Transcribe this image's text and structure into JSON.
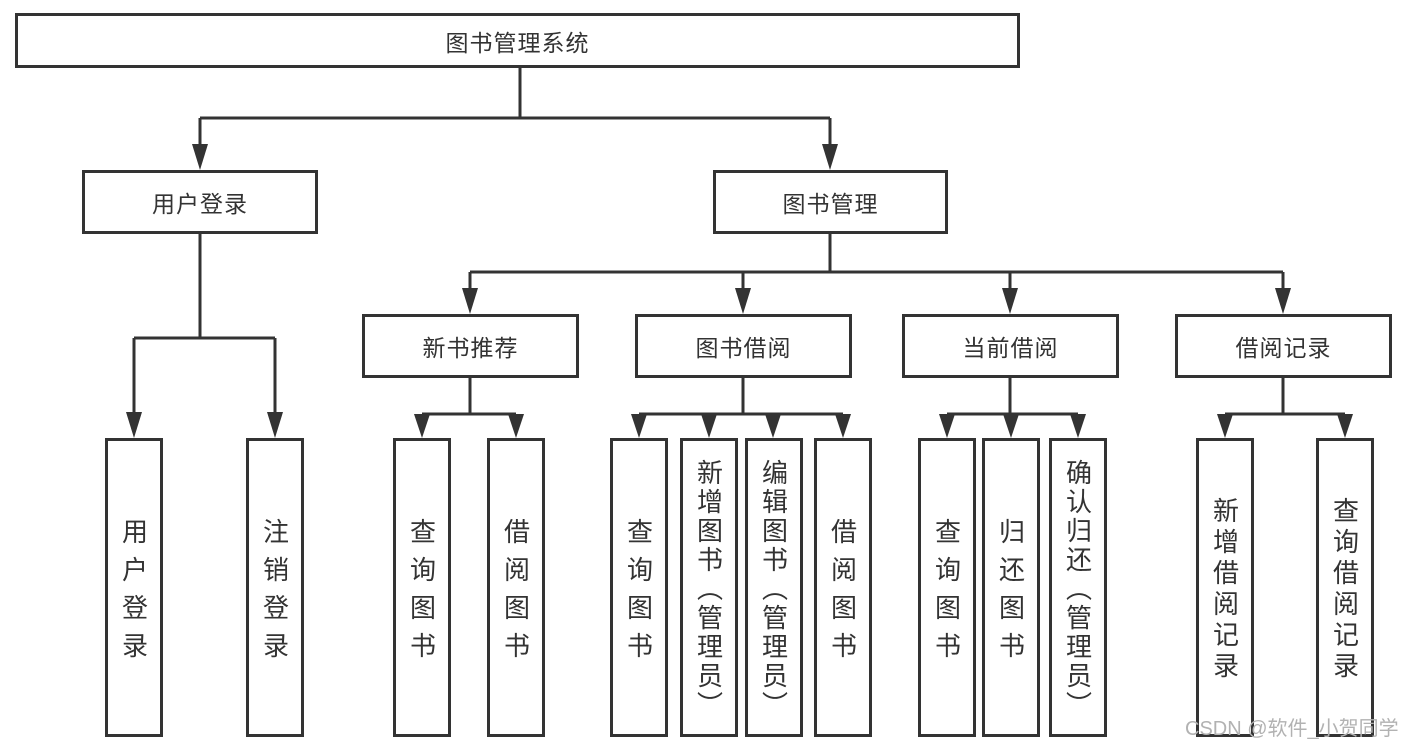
{
  "root": {
    "label": "图书管理系统"
  },
  "level2": [
    {
      "label": "用户登录"
    },
    {
      "label": "图书管理"
    }
  ],
  "level3": [
    {
      "label": "新书推荐"
    },
    {
      "label": "图书借阅"
    },
    {
      "label": "当前借阅"
    },
    {
      "label": "借阅记录"
    }
  ],
  "leaves": [
    {
      "label": "用户登录"
    },
    {
      "label": "注销登录"
    },
    {
      "label": "查询图书"
    },
    {
      "label": "借阅图书"
    },
    {
      "label": "查询图书"
    },
    {
      "label": "新增图书（管理员）"
    },
    {
      "label": "编辑图书（管理员）"
    },
    {
      "label": "借阅图书"
    },
    {
      "label": "查询图书"
    },
    {
      "label": "归还图书"
    },
    {
      "label": "确认归还（管理员）"
    },
    {
      "label": "新增借阅记录"
    },
    {
      "label": "查询借阅记录"
    }
  ],
  "watermark": "CSDN @软件_小贺同学",
  "colors": {
    "line": "#333333",
    "text": "#333333",
    "node_background": "#ffffff",
    "page_background": "#ffffff",
    "watermark": "#b2b2b2"
  }
}
